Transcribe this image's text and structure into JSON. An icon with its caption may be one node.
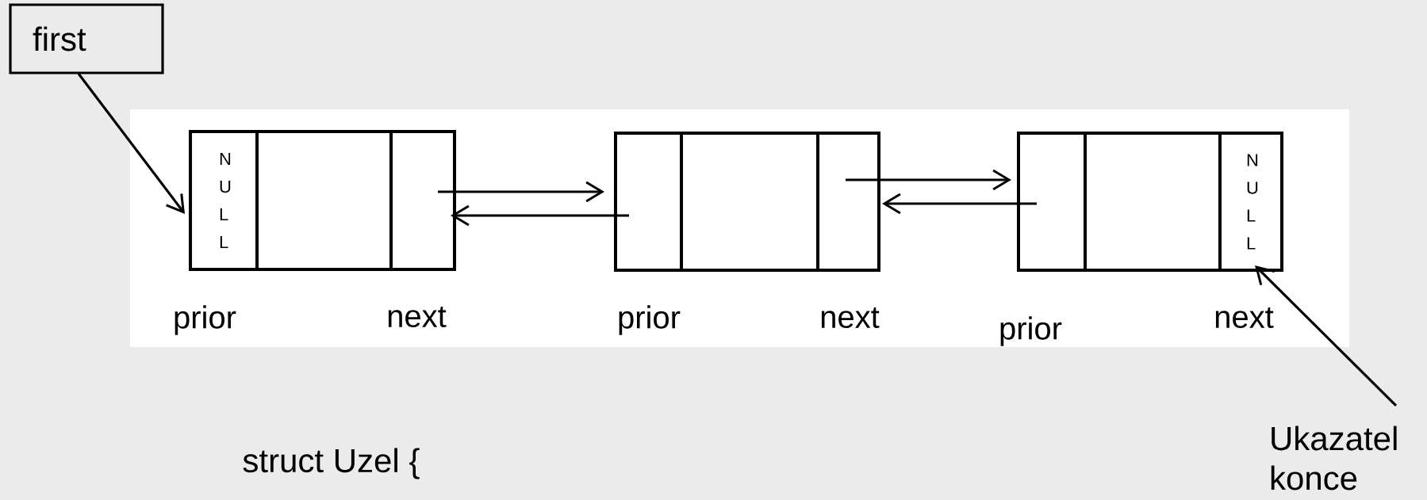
{
  "diagram": {
    "nodes": [
      {
        "text": [
          "first"
        ]
      },
      {
        "text": [],
        "shape": "box"
      },
      {
        "text": [
          "N U L L"
        ],
        "in": 1,
        "beside": [
          "prior"
        ]
      },
      {
        "text": [],
        "shape": "box",
        "in": 1
      },
      {
        "text": [],
        "shape": "box",
        "in": 1,
        "beside": [
          "next"
        ]
      },
      {
        "text": [],
        "shape": "box"
      },
      {
        "text": [],
        "shape": "box",
        "in": 5,
        "beside": [
          "prior"
        ]
      },
      {
        "text": [],
        "shape": "box",
        "in": 5
      },
      {
        "text": [],
        "shape": "box",
        "in": 5,
        "beside": [
          "next"
        ]
      },
      {
        "text": [],
        "shape": "box"
      },
      {
        "text": [],
        "shape": "box",
        "in": 9,
        "beside": [
          "prior"
        ]
      },
      {
        "text": [],
        "shape": "box",
        "in": 9
      },
      {
        "text": [
          "N U L L"
        ],
        "in": 9,
        "beside": [
          "next"
        ]
      },
      {
        "text": [
          "Ukazatel konce"
        ]
      }
    ],
    "edges": [
      {
        "from": 0,
        "to": 2,
        "arrow": "to"
      },
      {
        "from": 4,
        "to": 6,
        "arrow": "to"
      },
      {
        "from": 6,
        "to": 4,
        "arrow": "to"
      },
      {
        "from": 8,
        "to": 10,
        "arrow": "to"
      },
      {
        "from": 10,
        "to": 8,
        "arrow": "to"
      },
      {
        "from": 13,
        "to": 12,
        "arrow": "to"
      }
    ],
    "labels": [
      "struct Uzel {"
    ]
  }
}
